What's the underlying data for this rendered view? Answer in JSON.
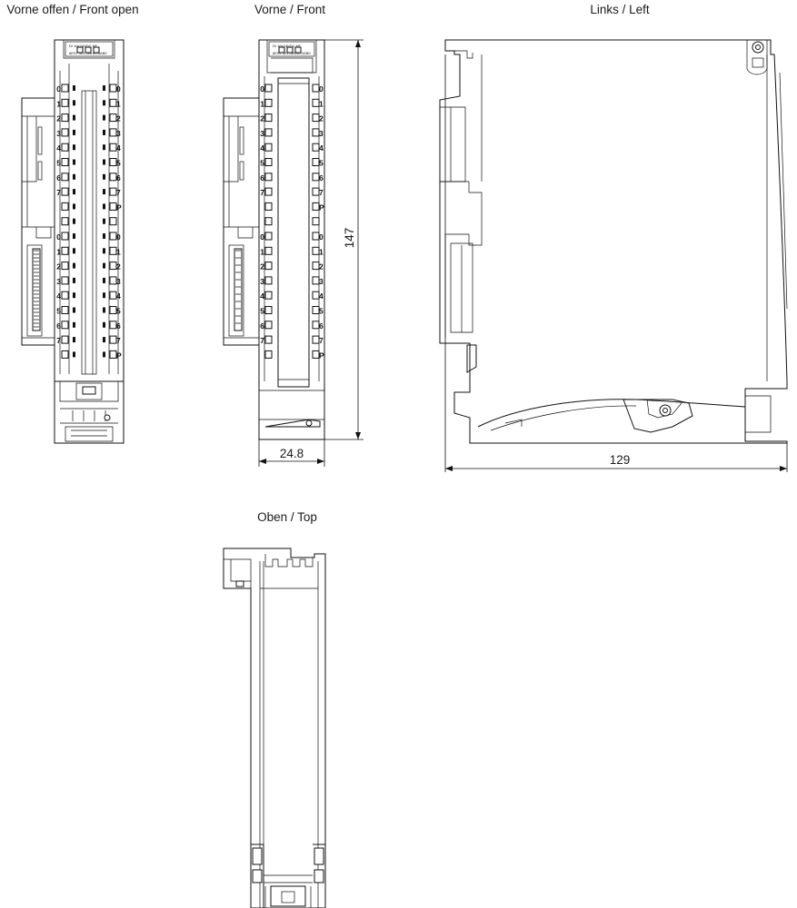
{
  "views": {
    "front_open": {
      "title": "Vorne offen / Front open"
    },
    "front": {
      "title": "Vorne / Front"
    },
    "left": {
      "title": "Links / Left"
    },
    "top": {
      "title": "Oben / Top"
    }
  },
  "dimensions": {
    "front_width": "24.8",
    "front_height": "147",
    "left_depth": "129"
  },
  "terminal_labels": {
    "left": [
      "0",
      "1",
      "2",
      "3",
      "4",
      "5",
      "6",
      "7",
      "",
      "",
      "0",
      "1",
      "2",
      "3",
      "4",
      "5",
      "6",
      "7",
      ""
    ],
    "right": [
      "0",
      "1",
      "2",
      "3",
      "4",
      "5",
      "6",
      "7",
      "P",
      "",
      "0",
      "1",
      "2",
      "3",
      "4",
      "5",
      "6",
      "7",
      "P"
    ]
  },
  "module_markings": {
    "label_line1": "DI 16x24VDC HF",
    "label_line2": "6ES7 521-1BL00-0AB0"
  }
}
